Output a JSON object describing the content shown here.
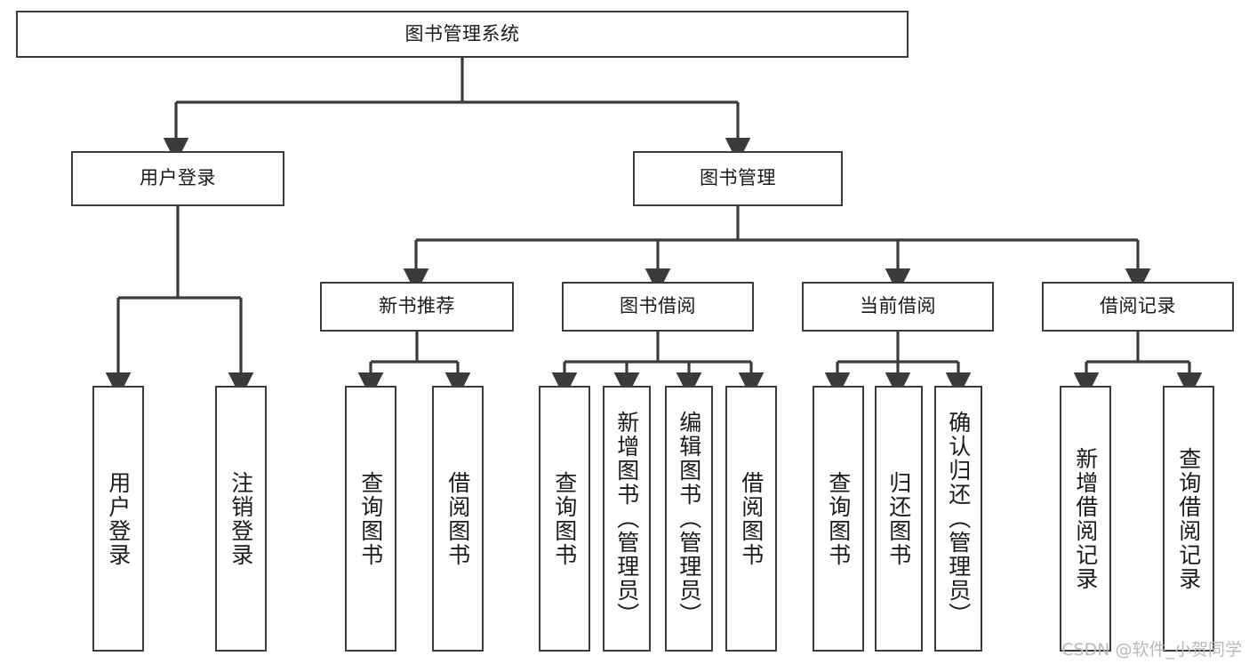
{
  "diagram": {
    "type": "tree",
    "title": "图书管理系统",
    "root": {
      "label": "图书管理系统"
    },
    "level2": [
      {
        "label": "用户登录"
      },
      {
        "label": "图书管理"
      }
    ],
    "level3": [
      {
        "label": "新书推荐"
      },
      {
        "label": "图书借阅"
      },
      {
        "label": "当前借阅"
      },
      {
        "label": "借阅记录"
      }
    ],
    "leaves": [
      {
        "label": "用户登录"
      },
      {
        "label": "注销登录"
      },
      {
        "label": "查询图书"
      },
      {
        "label": "借阅图书"
      },
      {
        "label": "查询图书"
      },
      {
        "label": "新增图书（管理员）"
      },
      {
        "label": "编辑图书（管理员）"
      },
      {
        "label": "借阅图书"
      },
      {
        "label": "查询图书"
      },
      {
        "label": "归还图书"
      },
      {
        "label": "确认归还（管理员）"
      },
      {
        "label": "新增借阅记录"
      },
      {
        "label": "查询借阅记录"
      }
    ]
  },
  "watermark": {
    "text": "CSDN @软件_小贺同学"
  },
  "colors": {
    "stroke": "#3b3b3b",
    "background": "#ffffff",
    "text": "#1a1a1a",
    "watermark": "#b9b9b9"
  }
}
